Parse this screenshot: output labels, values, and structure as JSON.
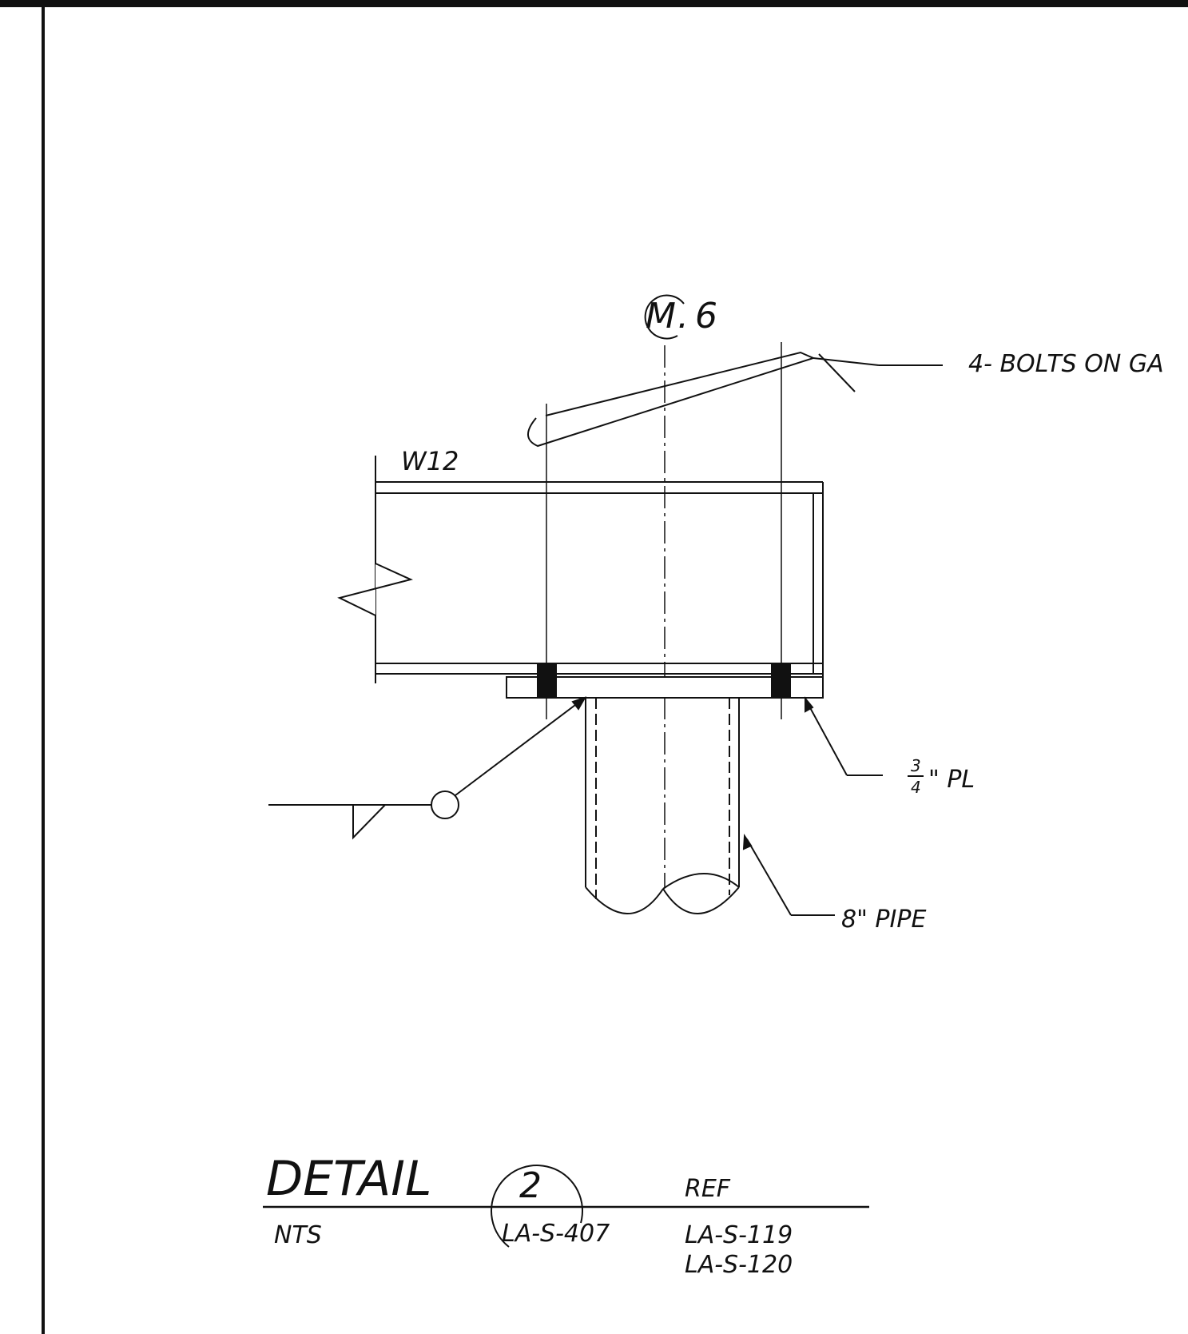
{
  "grid_bubble": {
    "letter": "M",
    "dot": ".",
    "number": "6"
  },
  "labels": {
    "beam": "W12",
    "bolts": "4- BOLTS ON GA",
    "plate_fraction_numerator": "3",
    "plate_fraction_denominator": "4",
    "plate_suffix": "\" PL",
    "pipe": "8\" PIPE"
  },
  "title_block": {
    "title": "DETAIL",
    "detail_number": "2",
    "scale": "NTS",
    "sheet_ref": "LA-S-407",
    "ref_label": "REF",
    "ref_sheets": [
      "LA-S-119",
      "LA-S-120"
    ]
  },
  "colors": {
    "ink": "#111111",
    "paper": "#ffffff"
  }
}
